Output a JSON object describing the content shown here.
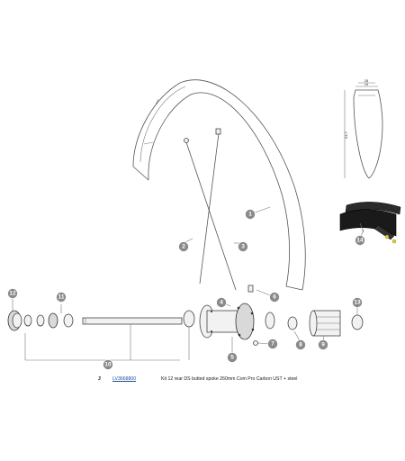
{
  "callouts": [
    "1",
    "2",
    "3",
    "4",
    "5",
    "6",
    "7",
    "8",
    "9",
    "10",
    "11",
    "12",
    "13",
    "14"
  ],
  "dimensions": {
    "rim_outer_width": "28",
    "rim_inner_width": "19",
    "rim_height": "64.7"
  },
  "parts_list": [
    {
      "number": "3",
      "reference": "LV3668800",
      "description": "Kit 12 rear DS butted spoke 260mm Com Pro Carbon UST + steel"
    }
  ]
}
